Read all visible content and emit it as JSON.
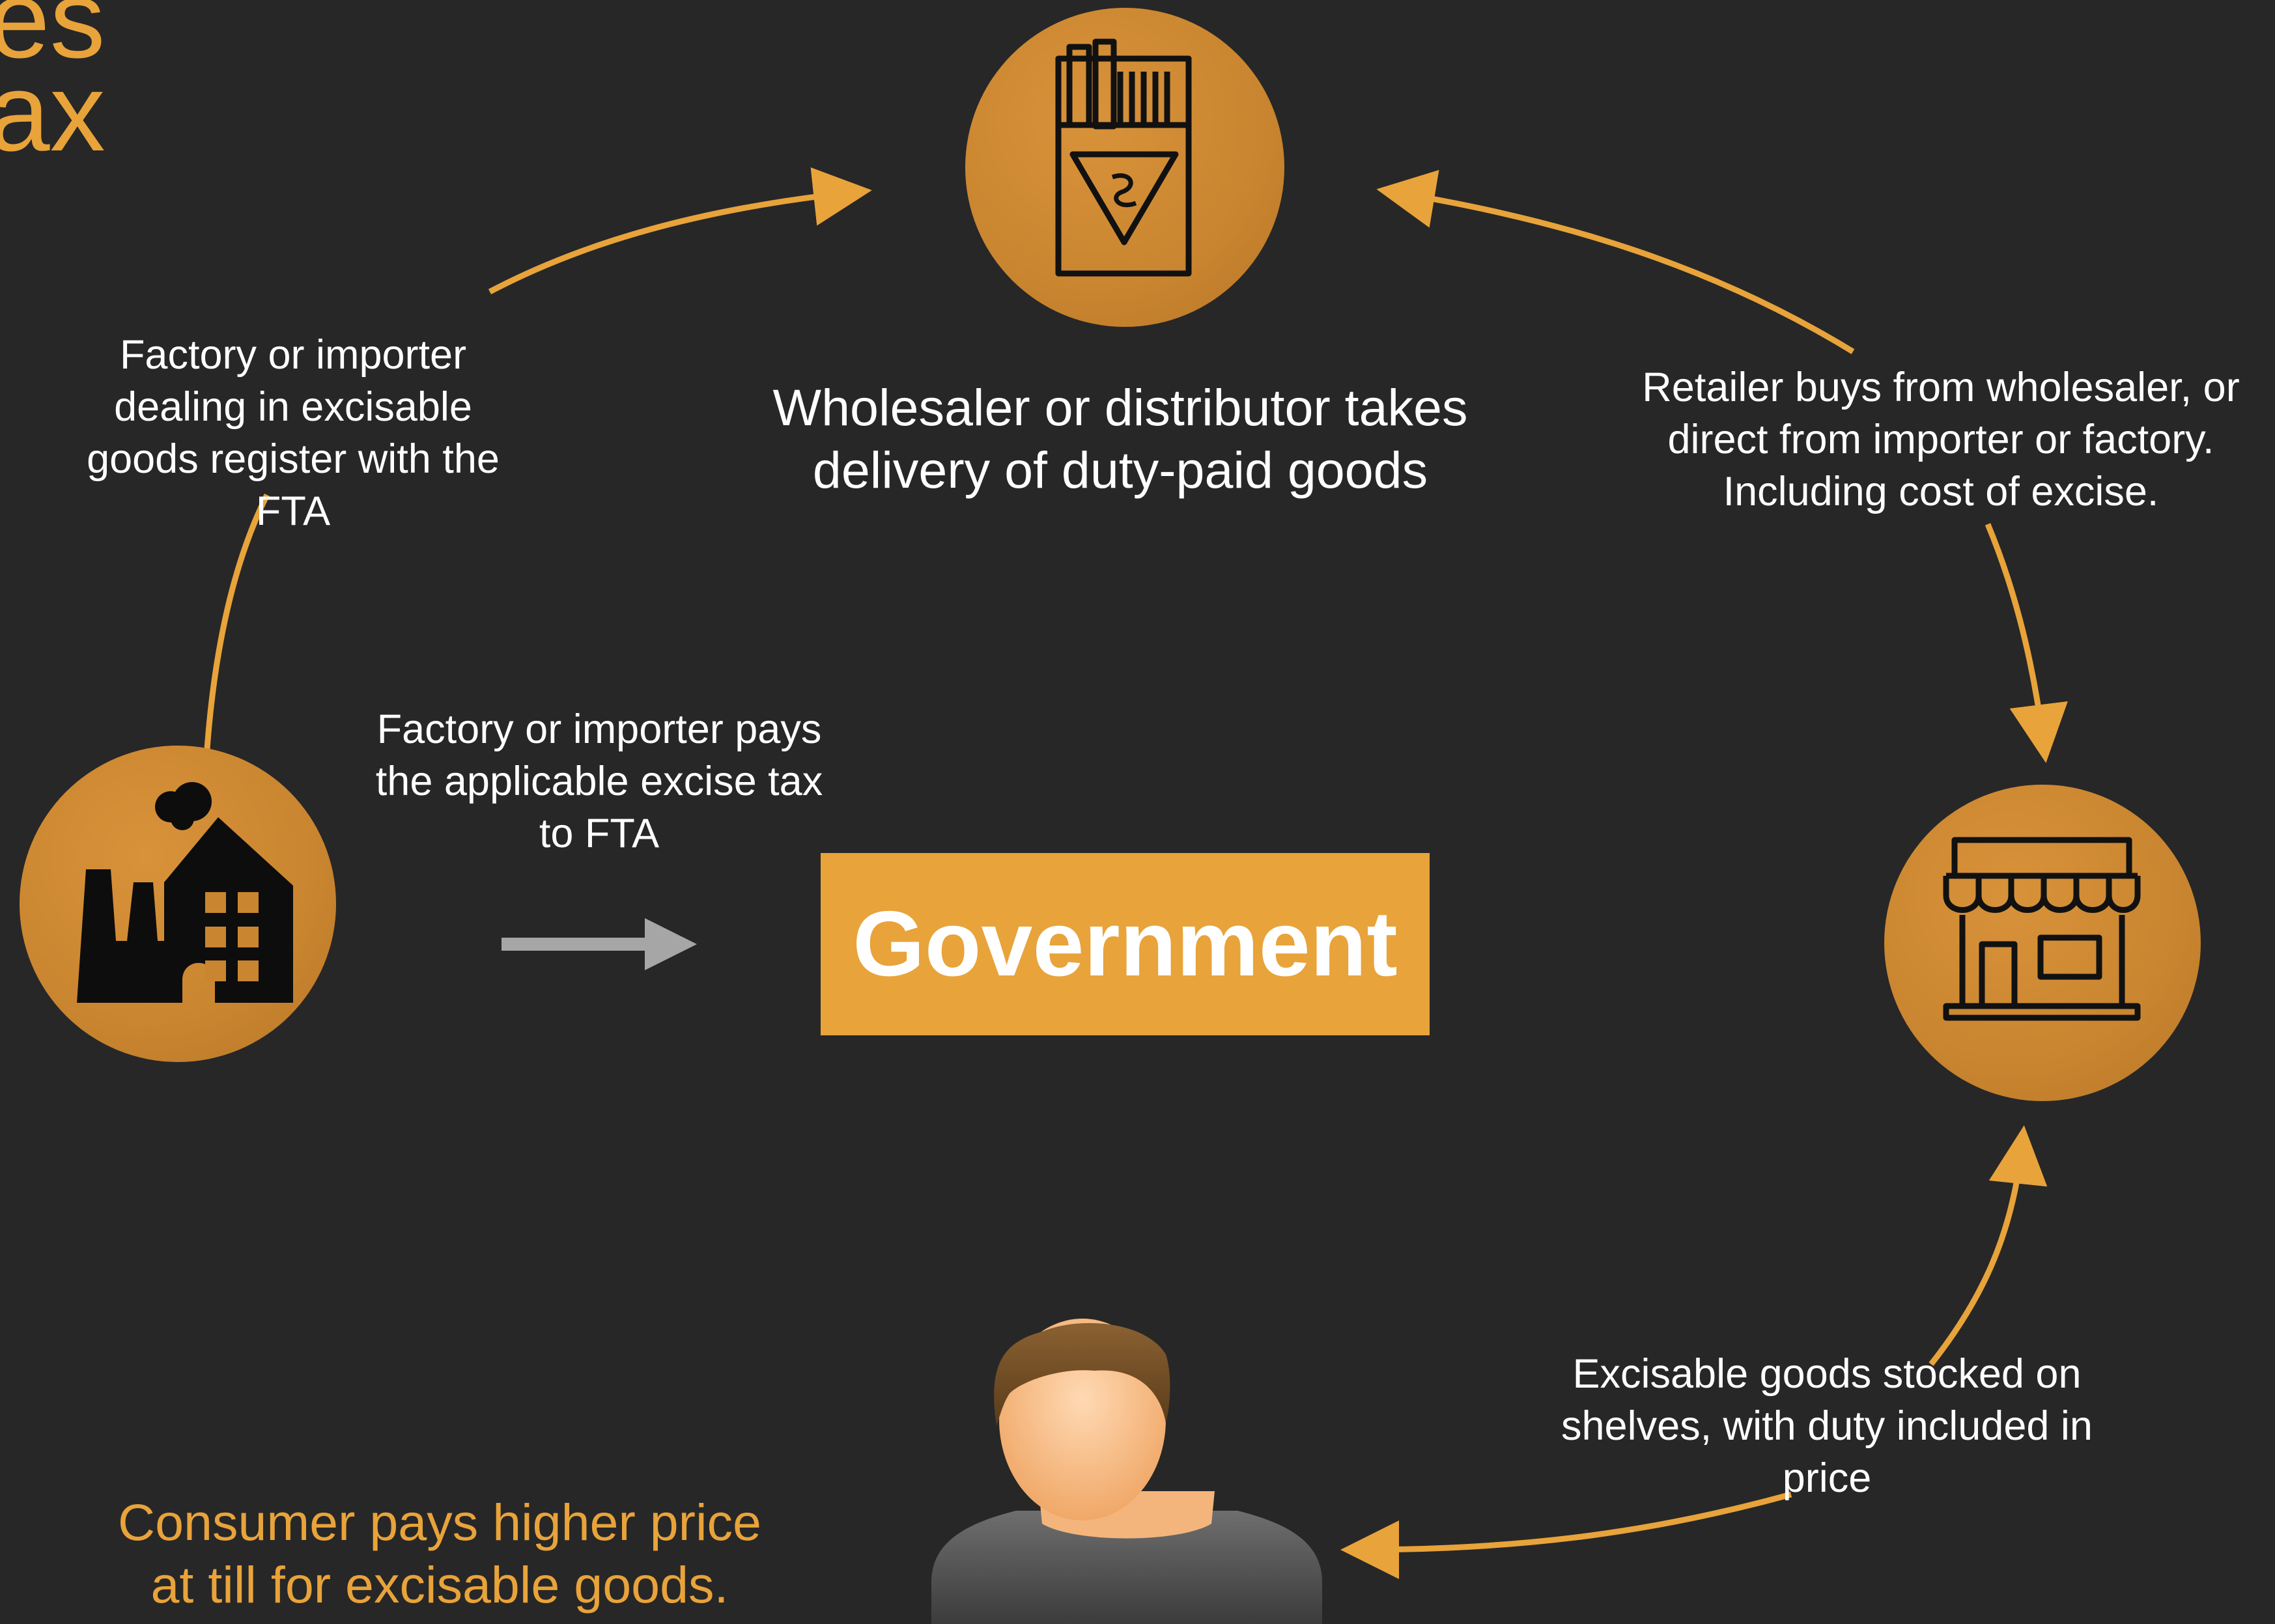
{
  "title": {
    "line1": "es",
    "line2": "ax"
  },
  "nodes": {
    "wholesaler": {
      "icon": "cigarette-pack-icon",
      "caption_line1": "Wholesaler or distributor takes",
      "caption_line2": "delivery of duty-paid goods"
    },
    "factory": {
      "icon": "factory-icon",
      "caption_register_line1": "Factory or importer",
      "caption_register_line2": "dealing in excisable",
      "caption_register_line3": "goods register with the",
      "caption_register_line4": "FTA",
      "caption_pay_line1": "Factory or importer pays",
      "caption_pay_line2": "the applicable excise tax",
      "caption_pay_line3": "to FTA"
    },
    "retailer": {
      "icon": "storefront-icon",
      "caption_line1": "Retailer buys from wholesaler, or",
      "caption_line2": "direct from importer or factory.",
      "caption_line3": "Including cost of excise."
    },
    "shelves": {
      "caption_line1": "Excisable goods stocked on",
      "caption_line2": "shelves, with duty included in",
      "caption_line3": "price"
    },
    "consumer": {
      "icon": "person-avatar-icon",
      "caption_line1": "Consumer pays higher price",
      "caption_line2": "at till for excisable goods."
    },
    "government": {
      "label": "Government"
    }
  },
  "colors": {
    "background": "#272727",
    "accent": "#e8a33a",
    "circle_fill": "#c9852f",
    "arrow_grey": "#a6a6a6",
    "text": "#ffffff"
  }
}
